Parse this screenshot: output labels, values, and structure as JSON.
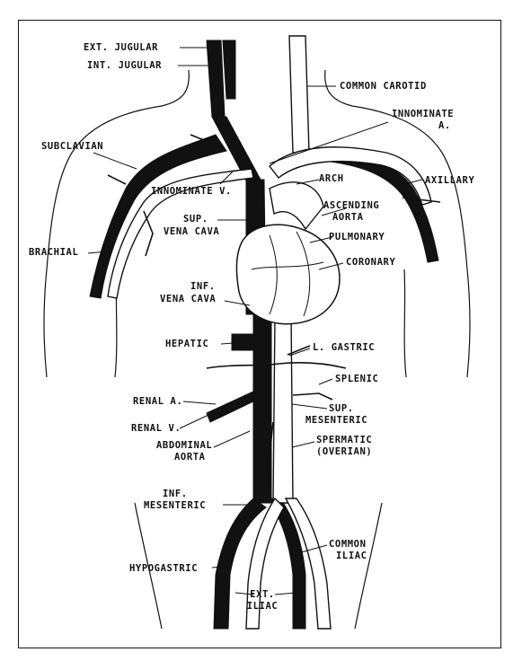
{
  "labels": {
    "ext_jugular": "EXT. JUGULAR",
    "int_jugular": "INT. JUGULAR",
    "common_carotid": "COMMON CAROTID",
    "innominate_a_1": "INNOMINATE",
    "innominate_a_2": "A.",
    "subclavian": "SUBCLAVIAN",
    "innominate_v": "INNOMINATE V.",
    "arch": "ARCH",
    "axillary": "AXILLARY",
    "ascending_1": "ASCENDING",
    "ascending_2": "AORTA",
    "sup_vena_cava_1": "SUP.",
    "sup_vena_cava_2": "VENA CAVA",
    "pulmonary": "PULMONARY",
    "brachial": "BRACHIAL",
    "coronary": "CORONARY",
    "inf_vena_cava_1": "INF.",
    "inf_vena_cava_2": "VENA CAVA",
    "hepatic": "HEPATIC",
    "l_gastric": "L. GASTRIC",
    "splenic": "SPLENIC",
    "renal_a": "RENAL A.",
    "sup_mesenteric_1": "SUP.",
    "sup_mesenteric_2": "MESENTERIC",
    "renal_v": "RENAL V.",
    "spermatic_1": "SPERMATIC",
    "spermatic_2": "(OVERIAN)",
    "abdominal_aorta_1": "ABDOMINAL",
    "abdominal_aorta_2": "AORTA",
    "inf_mesenteric_1": "INF.",
    "inf_mesenteric_2": "MESENTERIC",
    "common_iliac_1": "COMMON",
    "common_iliac_2": "ILIAC",
    "hypogastric": "HYPOGASTRIC",
    "ext_iliac_1": "EXT.",
    "ext_iliac_2": "ILIAC"
  },
  "colors": {
    "ink": "#111111",
    "paper": "#ffffff"
  }
}
